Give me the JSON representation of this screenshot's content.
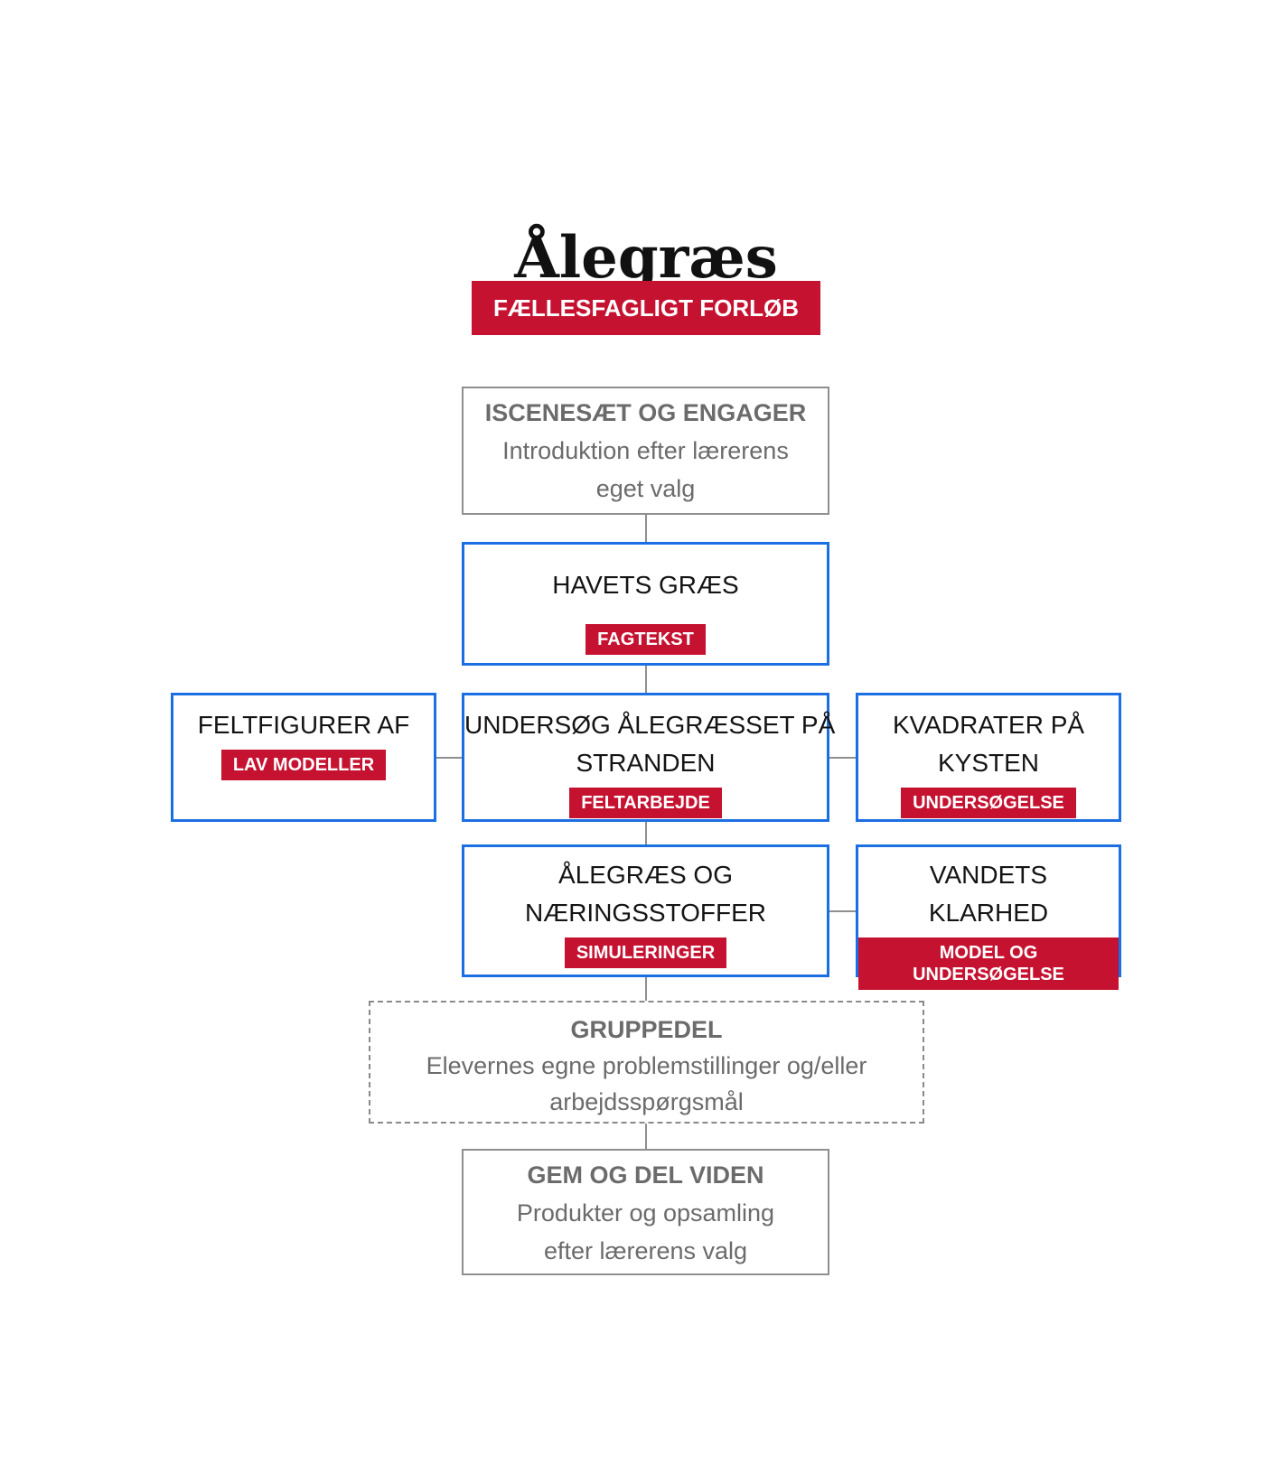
{
  "page": {
    "title": "Ålegræs",
    "type_badge": "FÆLLESFAGLIGT FORLØB"
  },
  "colors": {
    "accent_red": "#c61231",
    "accent_blue": "#1c6fe3",
    "gray_border": "#8f8f8f",
    "gray_text": "#6b6b6b",
    "black_text": "#141414"
  },
  "nodes": {
    "intro": {
      "title": "ISCENESÆT OG ENGAGER",
      "body": [
        "Introduktion efter lærerens",
        "eget valg"
      ]
    },
    "havets_graes": {
      "title": "HAVETS GRÆS",
      "badge": "FAGTEKST"
    },
    "feltfigurer": {
      "title": "FELTFIGURER AF",
      "badge": "LAV MODELLER"
    },
    "undersoeg_aalegraesset": {
      "title": [
        "UNDERSØG ÅLEGRÆSSET PÅ",
        "STRANDEN"
      ],
      "badge": "FELTARBEJDE"
    },
    "kvadrater": {
      "title": [
        "KVADRATER PÅ",
        "KYSTEN"
      ],
      "badge": "UNDERSØGELSE"
    },
    "naeringsstoffer": {
      "title": [
        "ÅLEGRÆS OG",
        "NÆRINGSSTOFFER"
      ],
      "badge": "SIMULERINGER"
    },
    "vandets_klarhed": {
      "title": [
        "VANDETS",
        "KLARHED"
      ],
      "badge": "MODEL OG UNDERSØGELSE"
    },
    "gruppedel": {
      "title": "GRUPPEDEL",
      "body": [
        "Elevernes egne problemstillinger og/eller",
        "arbejdsspørgsmål"
      ]
    },
    "gem_og_del": {
      "title": "GEM OG DEL VIDEN",
      "body": [
        "Produkter og opsamling",
        "efter lærerens valg"
      ]
    }
  }
}
